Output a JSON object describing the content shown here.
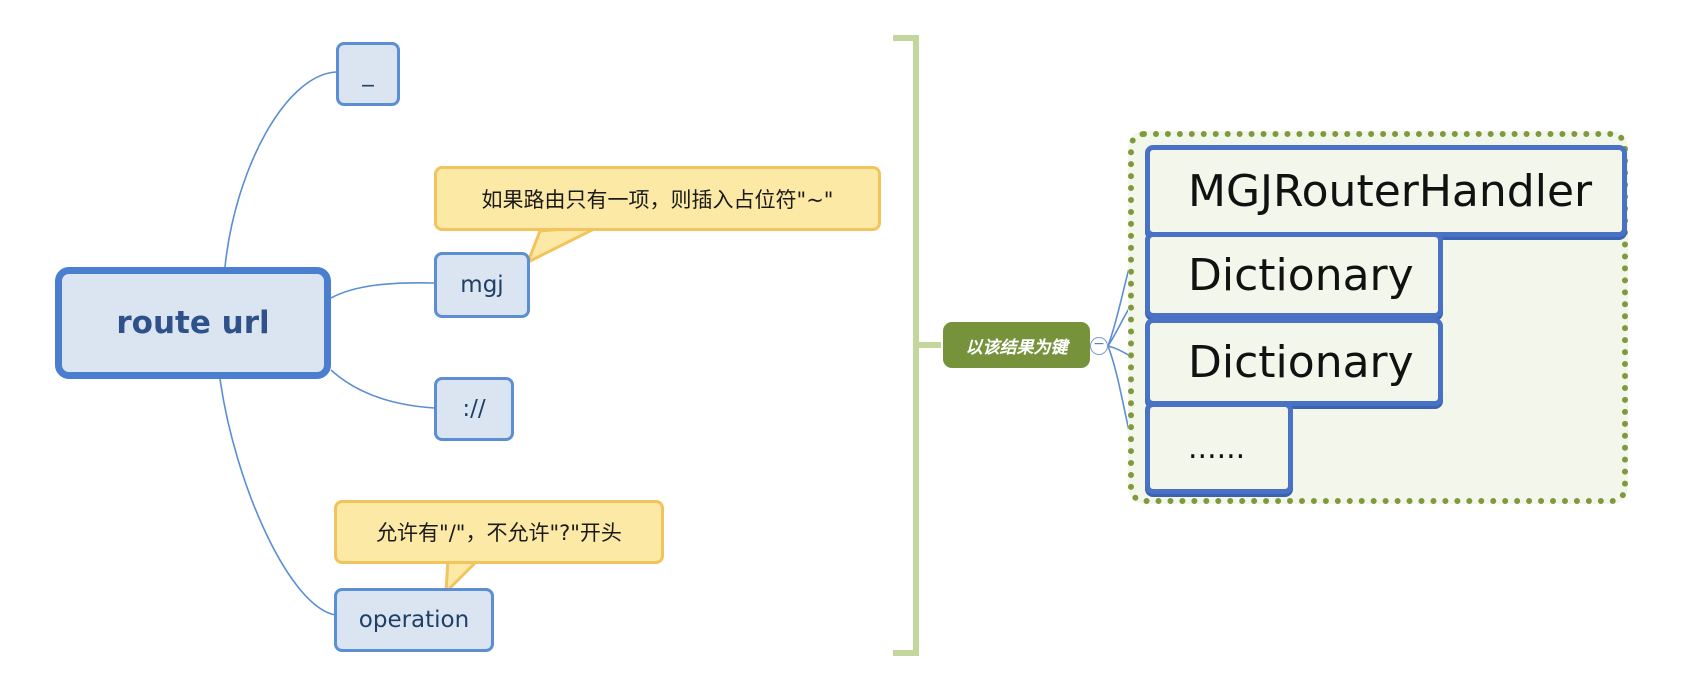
{
  "root": {
    "label": "route url"
  },
  "branches": [
    {
      "label": "_"
    },
    {
      "label": "mgj",
      "callout": "如果路由只有一项，则插入占位符\"~\""
    },
    {
      "label": "://"
    },
    {
      "label": "operation",
      "callout": "允许有\"/\"，不允许\"?\"开头"
    }
  ],
  "key_label": "以该结果为键",
  "collapse_symbol": "−",
  "entries": [
    {
      "label": "MGJRouterHandler"
    },
    {
      "label": "Dictionary"
    },
    {
      "label": "Dictionary"
    },
    {
      "label": "......"
    }
  ],
  "colors": {
    "topic_fill": "#dbe5f1",
    "topic_border": "#4a7fcf",
    "callout_fill": "#fde9a6",
    "callout_border": "#f2c45e",
    "bracket": "#c3d69b",
    "key_fill": "#76933c",
    "dotted_border": "#7f9a3c"
  }
}
